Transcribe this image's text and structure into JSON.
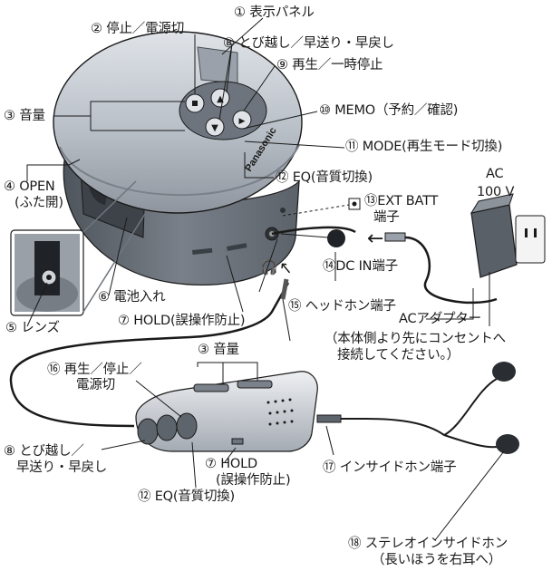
{
  "labels": {
    "display_panel": "① 表示パネル",
    "stop_power": "② 停止／電源切",
    "skip_search": "⑧ とび越し／早送り・早戻し",
    "play_pause": "⑨ 再生／一時停止",
    "volume": "③ 音量",
    "memo": "⑩ MEMO（予約／確認)",
    "mode": "⑪ MODE(再生モード切換)",
    "eq": "⑫ EQ(音質切換)",
    "open_line1": "④ OPEN",
    "open_line2": "(ふた開)",
    "ext_batt_line1": "⑬EXT BATT",
    "ext_batt_line2": "端子",
    "dc_in": "⑭DC IN端子",
    "battery": "⑥ 電池入れ",
    "hold": "⑦ HOLD(誤操作防止)",
    "headphones_jack": "⑮ ヘッドホン端子",
    "lens": "⑤ レンズ",
    "ac_line1": "AC",
    "ac_line2": "100 V",
    "ac_adapter": "ACアダプター",
    "ac_note_line1": "（本体側より先にコンセントへ",
    "ac_note_line2": "接続してください。）",
    "remote_volume": "③ 音量",
    "remote_play_line1": "⑯ 再生／停止／",
    "remote_play_line2": "電源切",
    "remote_skip_line1": "⑧ とび越し／",
    "remote_skip_line2": "早送り・早戻し",
    "remote_hold_line1": "⑦ HOLD",
    "remote_hold_line2": "(誤操作防止)",
    "remote_eq": "⑫ EQ(音質切換)",
    "inside_phone_jack": "⑰ インサイドホン端子",
    "stereo_phones_line1": "⑱ ステレオインサイドホン",
    "stereo_phones_line2": "（長いほうを右耳へ）"
  },
  "device": {
    "brand": "Panasonic"
  },
  "colors": {
    "player_body": "#b9bfc7",
    "player_dark": "#6d747d",
    "line": "#1a1a1a"
  },
  "icons": [
    "stop-icon",
    "skip-forward-icon",
    "skip-back-icon",
    "play-pause-icon",
    "headphone-icon",
    "arrow-icon"
  ]
}
